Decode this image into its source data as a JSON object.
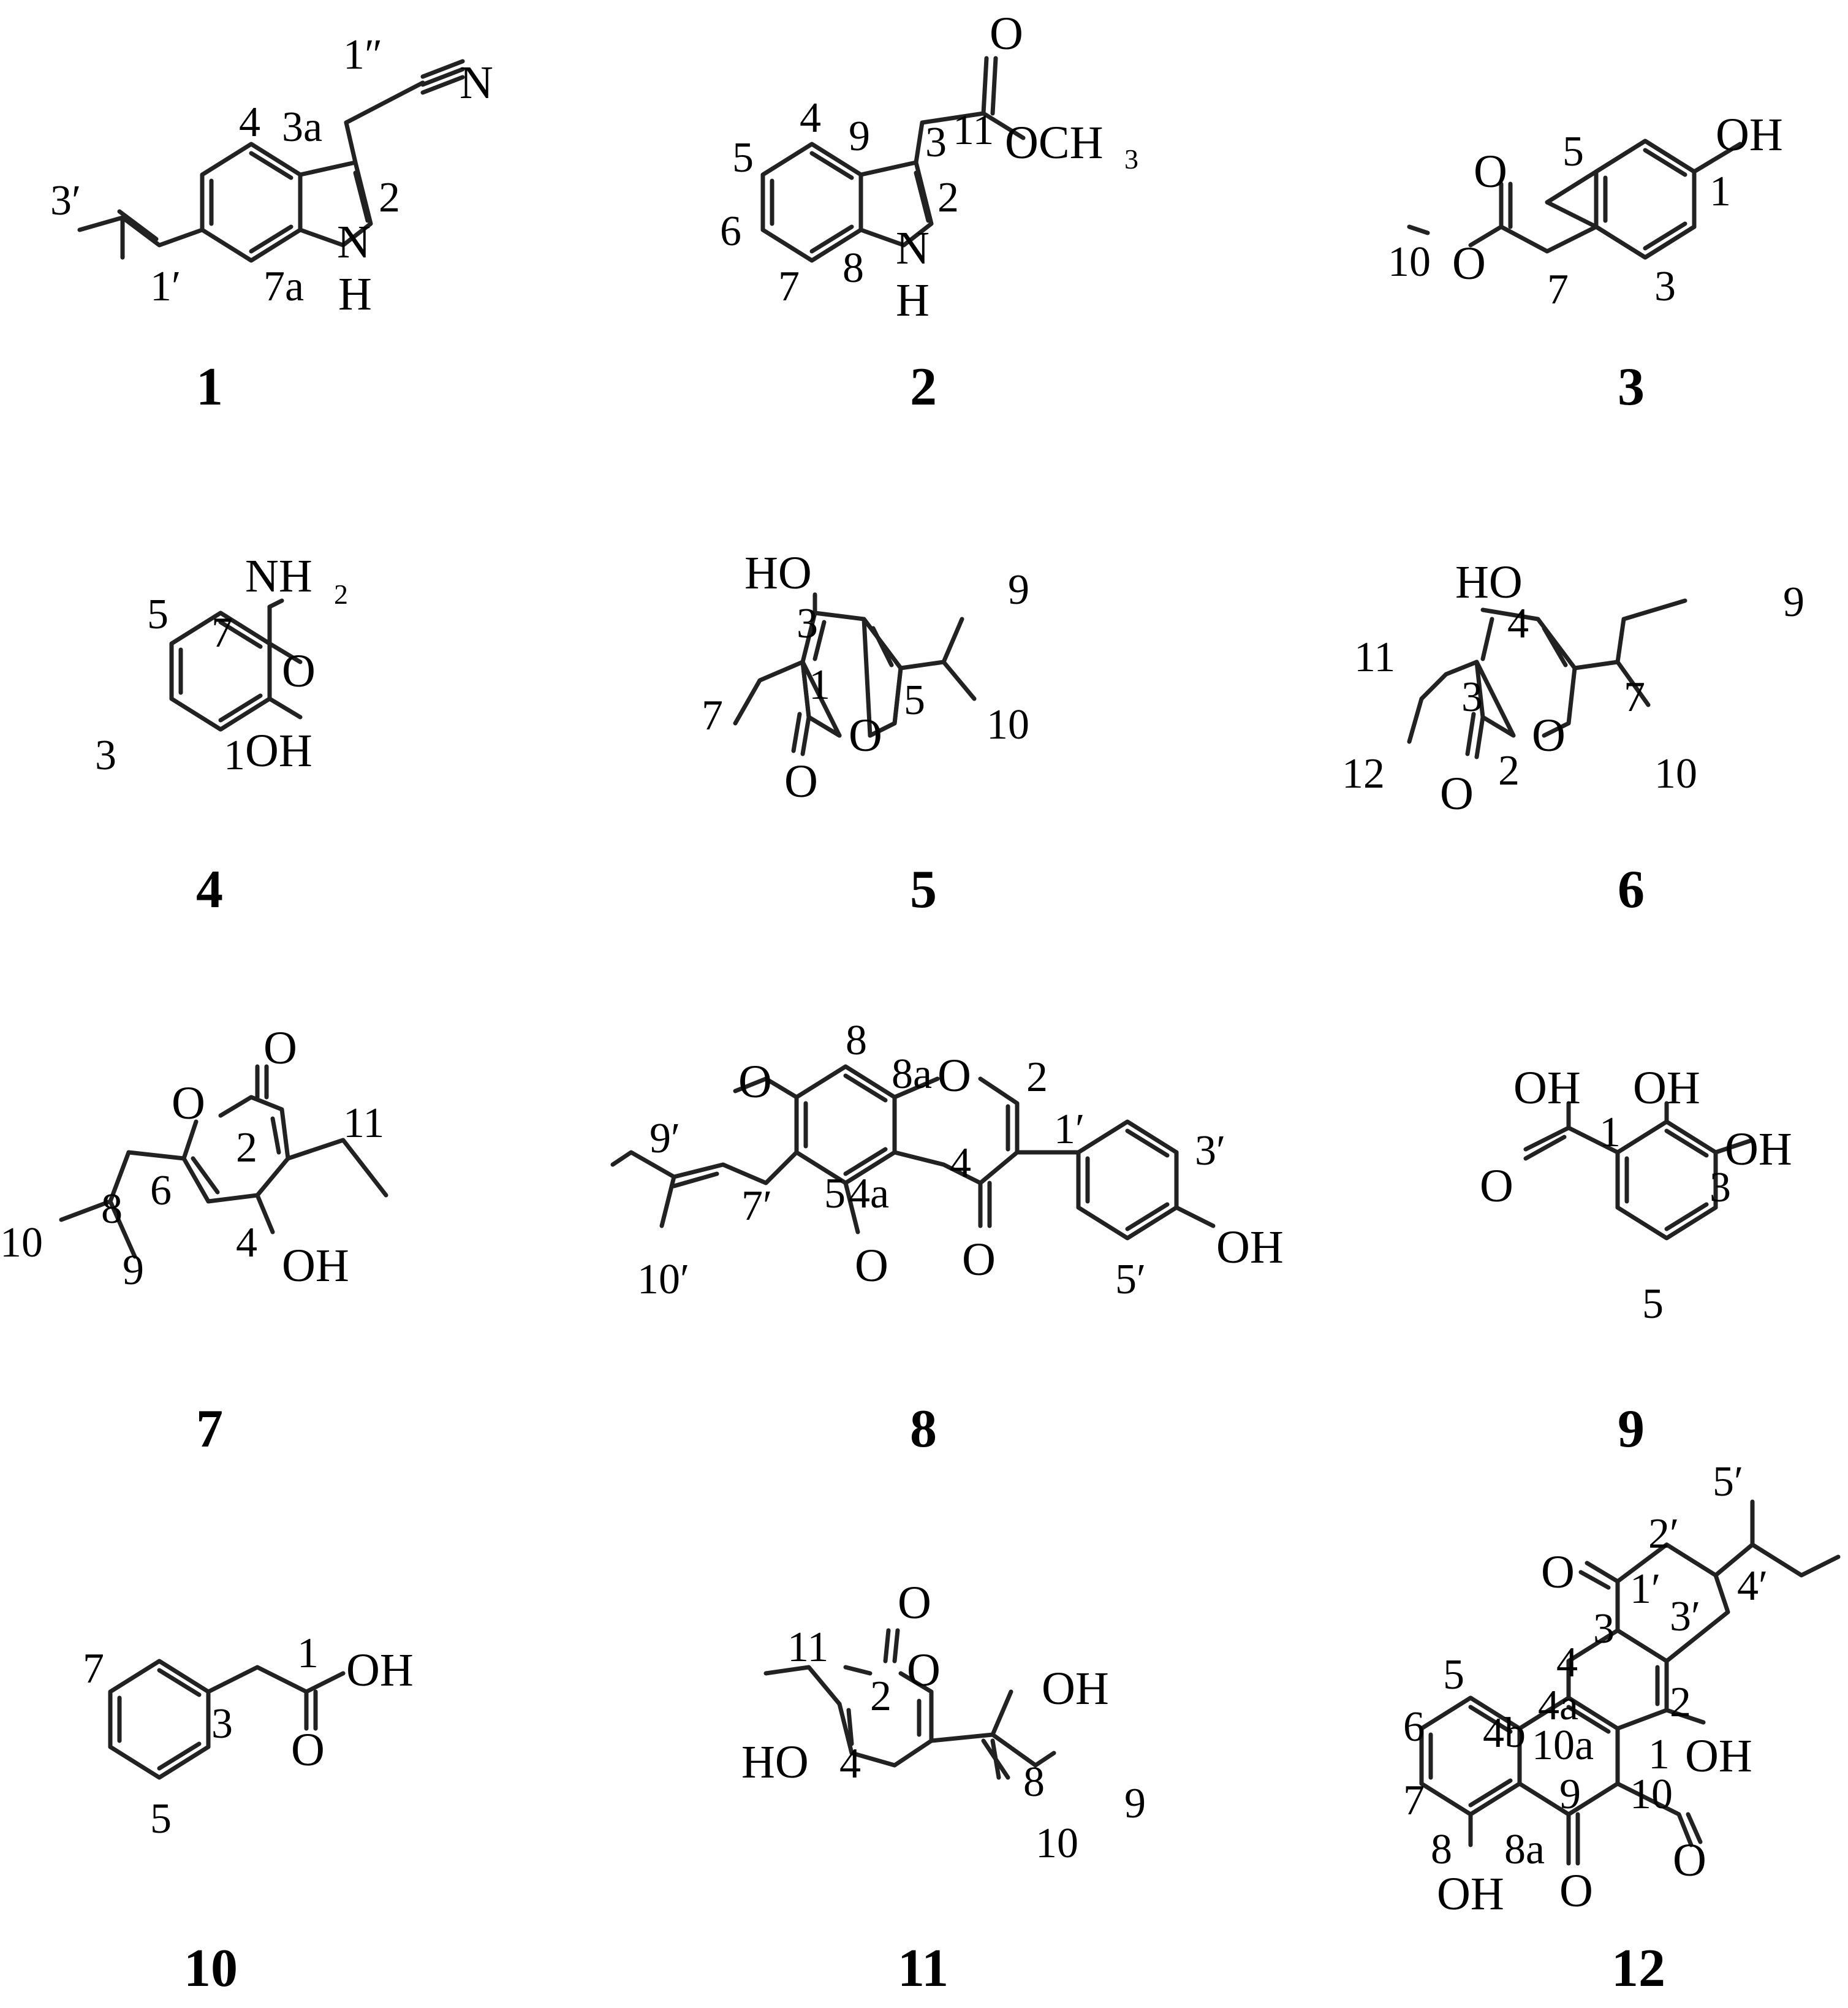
{
  "compounds": [
    {
      "id": "1",
      "labels": [
        "1″",
        "N",
        "4",
        "3a",
        "2",
        "3′",
        "1′",
        "7a",
        "N",
        "H"
      ]
    },
    {
      "id": "2",
      "labels": [
        "O",
        "4",
        "9",
        "3",
        "11",
        "OCH",
        "3",
        "5",
        "2",
        "6",
        "N",
        "7",
        "8",
        "H"
      ]
    },
    {
      "id": "3",
      "labels": [
        "5",
        "OH",
        "1",
        "O",
        "10",
        "O",
        "7",
        "3"
      ]
    },
    {
      "id": "4",
      "labels": [
        "NH",
        "2",
        "5",
        "7",
        "O",
        "3",
        "1",
        "OH"
      ]
    },
    {
      "id": "5",
      "labels": [
        "HO",
        "3",
        "9",
        "7",
        "1",
        "5",
        "O",
        "10",
        "O"
      ]
    },
    {
      "id": "6",
      "labels": [
        "HO",
        "4",
        "9",
        "11",
        "3",
        "7",
        "12",
        "O",
        "2",
        "10",
        "O"
      ]
    },
    {
      "id": "7",
      "labels": [
        "O",
        "O",
        "11",
        "2",
        "6",
        "8",
        "10",
        "9",
        "4",
        "OH"
      ]
    },
    {
      "id": "8",
      "labels": [
        "O",
        "8",
        "8a",
        "O",
        "2",
        "9′",
        "1′",
        "3′",
        "7′",
        "4",
        "5",
        "4a",
        "O",
        "10′",
        "O",
        "5′",
        "OH"
      ]
    },
    {
      "id": "9",
      "labels": [
        "OH",
        "OH",
        "1",
        "OH",
        "O",
        "3",
        "5"
      ]
    },
    {
      "id": "10",
      "labels": [
        "1",
        "OH",
        "7",
        "3",
        "O",
        "5"
      ]
    },
    {
      "id": "11",
      "labels": [
        "O",
        "11",
        "2",
        "O",
        "OH",
        "HO",
        "4",
        "8",
        "9",
        "10"
      ]
    },
    {
      "id": "12",
      "labels": [
        "5′",
        "2′",
        "O",
        "1′",
        "3",
        "3′",
        "4′",
        "4",
        "5",
        "4a",
        "2",
        "6",
        "4b",
        "10a",
        "1",
        "OH",
        "10",
        "7",
        "9",
        "8",
        "8a",
        "O",
        "OH",
        "O"
      ]
    }
  ]
}
